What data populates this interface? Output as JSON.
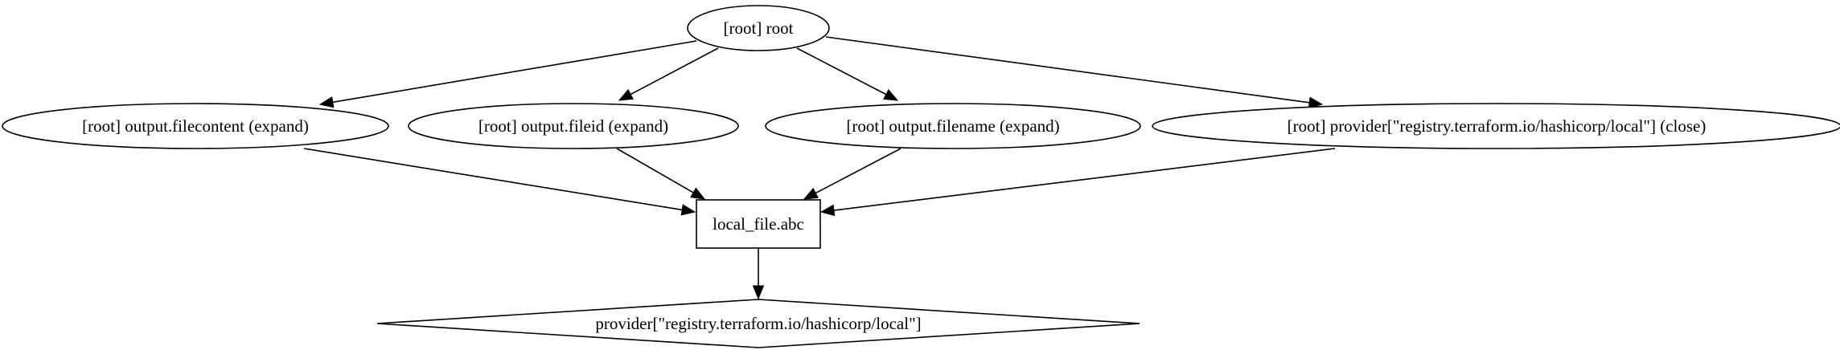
{
  "graph": {
    "nodes": [
      {
        "id": "root",
        "label": "[root] root",
        "shape": "ellipse"
      },
      {
        "id": "filecontent",
        "label": "[root] output.filecontent (expand)",
        "shape": "ellipse"
      },
      {
        "id": "fileid",
        "label": "[root] output.fileid (expand)",
        "shape": "ellipse"
      },
      {
        "id": "filename",
        "label": "[root] output.filename (expand)",
        "shape": "ellipse"
      },
      {
        "id": "provider_close",
        "label": "[root] provider[\"registry.terraform.io/hashicorp/local\"] (close)",
        "shape": "ellipse"
      },
      {
        "id": "local_file",
        "label": "local_file.abc",
        "shape": "box"
      },
      {
        "id": "provider",
        "label": "provider[\"registry.terraform.io/hashicorp/local\"]",
        "shape": "diamond"
      }
    ],
    "edges": [
      {
        "from": "root",
        "to": "filecontent"
      },
      {
        "from": "root",
        "to": "fileid"
      },
      {
        "from": "root",
        "to": "filename"
      },
      {
        "from": "root",
        "to": "provider_close"
      },
      {
        "from": "filecontent",
        "to": "local_file"
      },
      {
        "from": "fileid",
        "to": "local_file"
      },
      {
        "from": "filename",
        "to": "local_file"
      },
      {
        "from": "provider_close",
        "to": "local_file"
      },
      {
        "from": "local_file",
        "to": "provider"
      }
    ]
  }
}
